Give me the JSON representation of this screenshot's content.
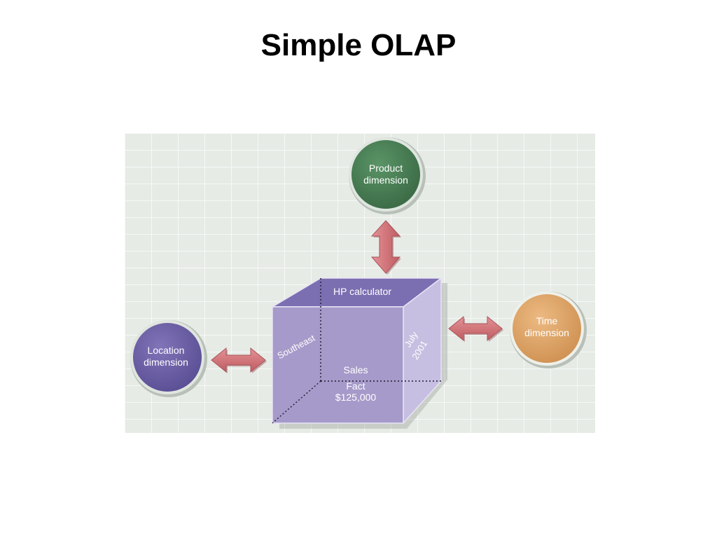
{
  "slide": {
    "title": "Simple OLAP"
  },
  "diagram": {
    "product_dimension": {
      "line1": "Product",
      "line2": "dimension"
    },
    "time_dimension": {
      "line1": "Time",
      "line2": "dimension"
    },
    "location_dimension": {
      "line1": "Location",
      "line2": "dimension"
    },
    "cube": {
      "top_label": "HP calculator",
      "left_label": "Southeast",
      "right_label_line1": "July",
      "right_label_line2": "2001",
      "inner_label": "Sales",
      "fact_line1": "Fact",
      "fact_line2": "$125,000"
    },
    "colors": {
      "background": "#e2e8e2",
      "grid": "#f4f7f4",
      "product": "#477a52",
      "time": "#dea466",
      "location": "#6b5ea2",
      "cube_front": "#a59ac8",
      "cube_top": "#7b6fb0",
      "cube_side": "#c4bde0",
      "arrow": "#cf6f74"
    }
  }
}
